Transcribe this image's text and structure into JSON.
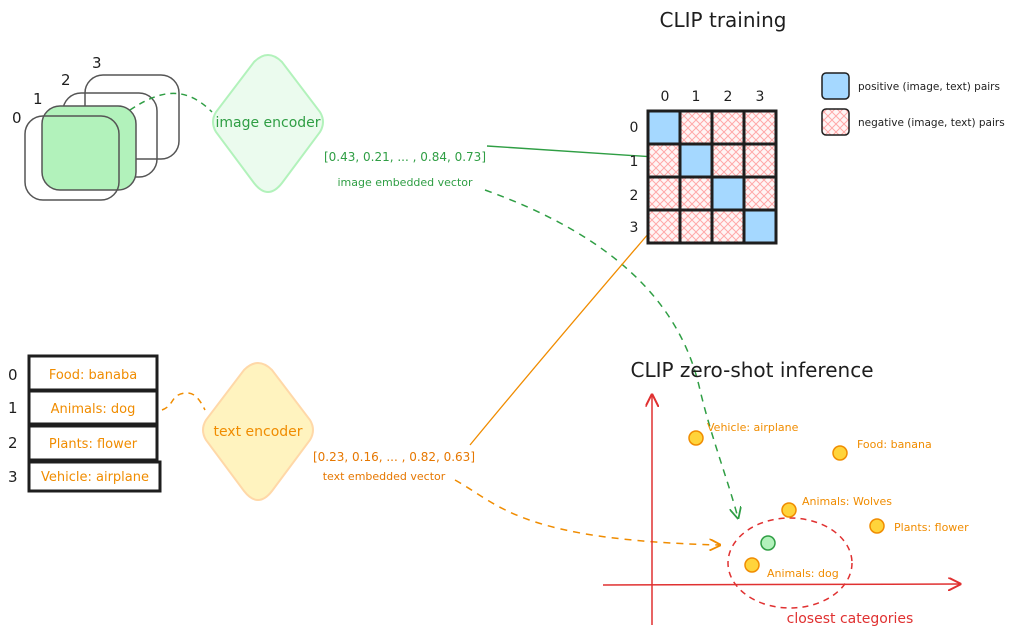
{
  "training": {
    "title": "CLIP training",
    "col_labels": [
      "0",
      "1",
      "2",
      "3"
    ],
    "row_labels": [
      "0",
      "1",
      "2",
      "3"
    ],
    "legend": {
      "positive": "positive (image, text) pairs",
      "negative": "negative (image, text) pairs"
    }
  },
  "images": {
    "stack_labels": [
      "0",
      "1",
      "2",
      "3"
    ],
    "encoder_label": "image encoder",
    "vector": "[0.43, 0.21, ... , 0.84, 0.73]",
    "vector_caption": "image embedded vector"
  },
  "texts": {
    "index_labels": [
      "0",
      "1",
      "2",
      "3"
    ],
    "items": [
      "Food: banaba",
      "Animals: dog",
      "Plants: flower",
      "Vehicle: airplane"
    ],
    "encoder_label": "text encoder",
    "vector": "[0.23, 0.16, ... , 0.82, 0.63]",
    "vector_caption": "text embedded vector"
  },
  "inference": {
    "title": "CLIP zero-shot inference",
    "points": [
      {
        "label": "Vehicle: airplane"
      },
      {
        "label": "Food: banana"
      },
      {
        "label": "Animals: Wolves"
      },
      {
        "label": "Plants: flower"
      },
      {
        "label": "Animals: dog"
      }
    ],
    "cluster_label": "closest categories"
  },
  "colors": {
    "positive_blue": "#a5d8ff",
    "positive_stroke": "#1971c2",
    "negative_pink": "#ffc9c9",
    "green": "#2f9e44",
    "green_fill": "#b2f2bb",
    "orange": "#f08c00",
    "orange_fill": "#ffec99",
    "yellow_dot": "#ffd43b",
    "red": "#e03131",
    "ink": "#1e1e1e"
  }
}
